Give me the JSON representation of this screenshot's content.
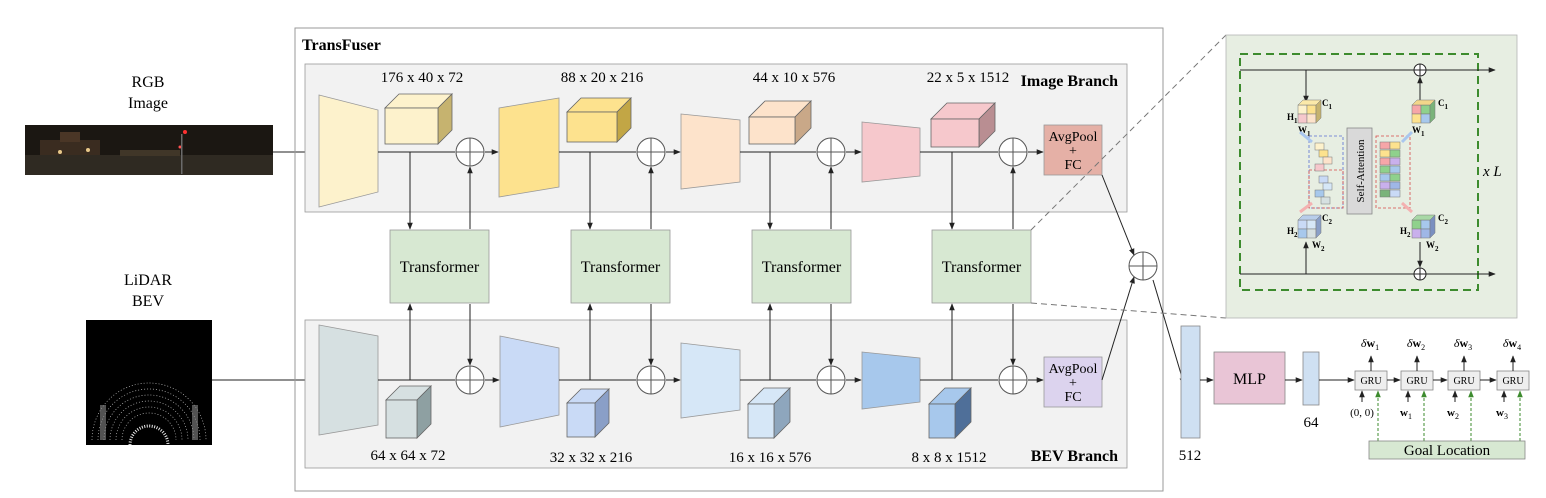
{
  "inputs": {
    "rgb_line1": "RGB",
    "rgb_line2": "Image",
    "lidar_line1": "LiDAR",
    "lidar_line2": "BEV"
  },
  "transfuser": {
    "title": "TransFuser",
    "image_branch_label": "Image Branch",
    "bev_branch_label": "BEV Branch",
    "image_dims": [
      "176 x 40 x 72",
      "88 x 20 x 216",
      "44 x 10 x 576",
      "22 x 5 x 1512"
    ],
    "bev_dims": [
      "64 x 64 x 72",
      "32 x 32 x 216",
      "16 x 16 x 576",
      "8 x 8 x 1512"
    ],
    "transformer_label": "Transformer",
    "avgpool_line1": "AvgPool",
    "avgpool_line2": "+",
    "avgpool_line3": "FC"
  },
  "attention_detail": {
    "self_attention_label": "Self-Attention",
    "repeat_label": "x L",
    "h1": "H",
    "h1_sub": "1",
    "w1": "W",
    "w1_sub": "1",
    "c1": "C",
    "c1_sub": "1",
    "h2": "H",
    "h2_sub": "2",
    "w2": "W",
    "w2_sub": "2",
    "c2": "C",
    "c2_sub": "2"
  },
  "head": {
    "vec_512": "512",
    "mlp_label": "MLP",
    "vec_64": "64",
    "gru_label": "GRU",
    "goal_label": "Goal Location",
    "outputs": [
      "δw1",
      "δw2",
      "δw3",
      "δw4"
    ],
    "inputs_below": [
      "(0, 0)",
      "w1",
      "w2",
      "w3"
    ]
  },
  "colors": {
    "stage1": "#fdf2cc",
    "stage2": "#fde28e",
    "stage3": "#fde3cb",
    "stage4": "#f6c8cc",
    "bev1": "#d6e0e1",
    "bev2": "#c9daf6",
    "bev3": "#d6e7f7",
    "bev4": "#a7c8ec",
    "transformer": "#d7e8d2",
    "avgpool_img": "#e5b0a6",
    "avgpool_bev": "#dcd3ee",
    "mlp": "#e9c5d6",
    "goal": "#d7e8d2",
    "dashed_green": "#3d8b2e"
  }
}
